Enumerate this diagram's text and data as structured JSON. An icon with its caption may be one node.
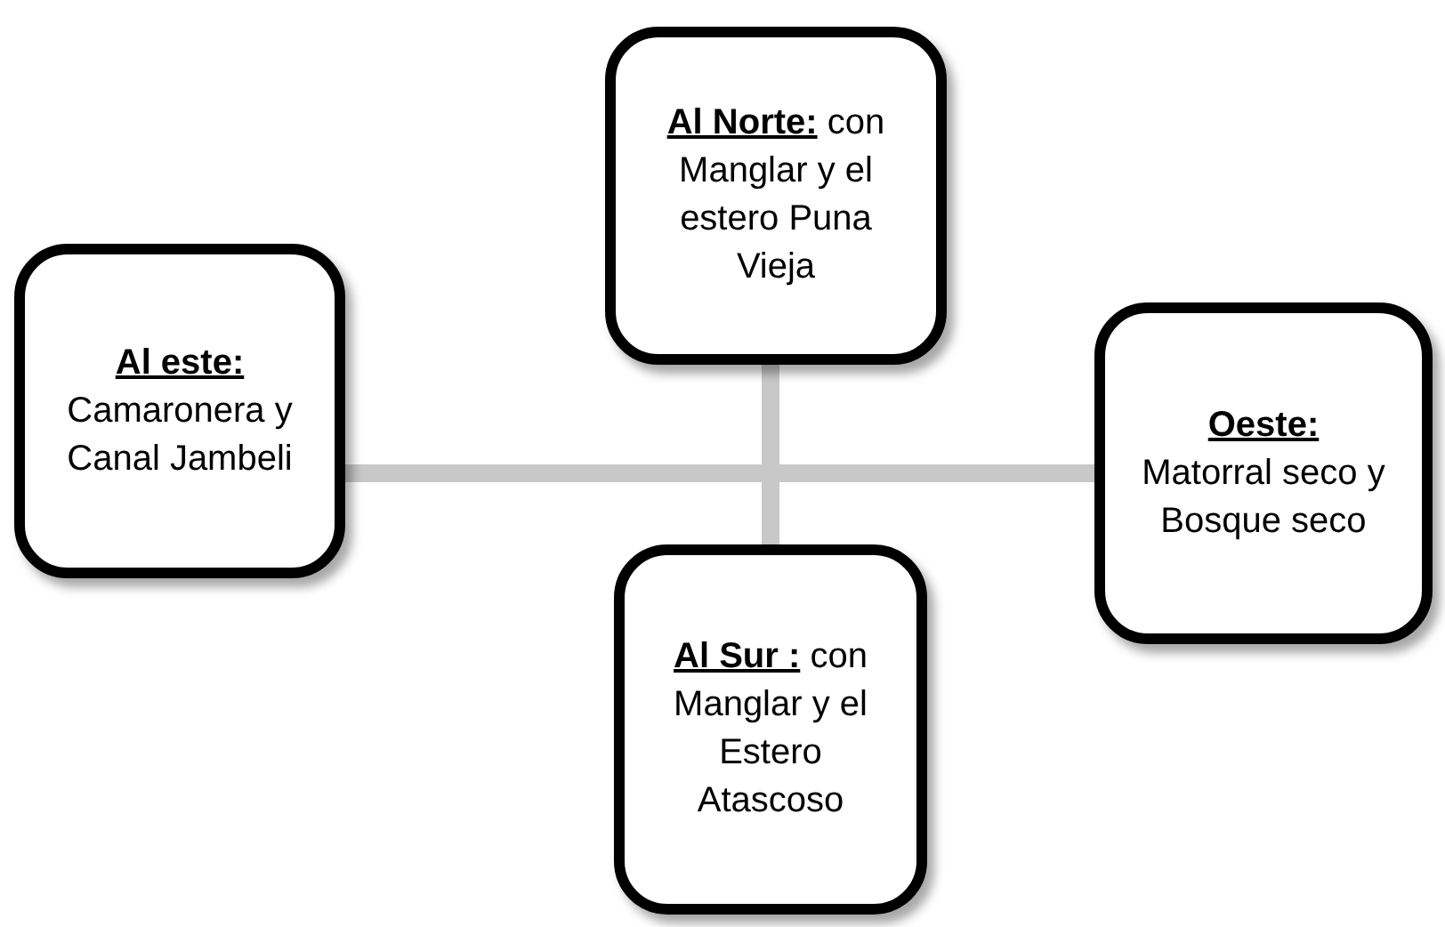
{
  "diagram": {
    "nodes": [
      {
        "text": [
          "**Al Norte:** con Manglar y el estero Puna Vieja"
        ]
      },
      {
        "text": [
          "Al este:",
          "Camaronera y Canal Jambeli"
        ]
      },
      {
        "text": [
          "Oeste:",
          "Matorral seco y Bosque seco"
        ]
      },
      {
        "text": [
          "**Al Sur :** con Manglar y el Estero Atascoso"
        ]
      }
    ],
    "edges": [
      {
        "from": 1,
        "to": 2,
        "arrow": "none"
      },
      {
        "from": 0,
        "to": 3,
        "arrow": "none"
      }
    ]
  }
}
